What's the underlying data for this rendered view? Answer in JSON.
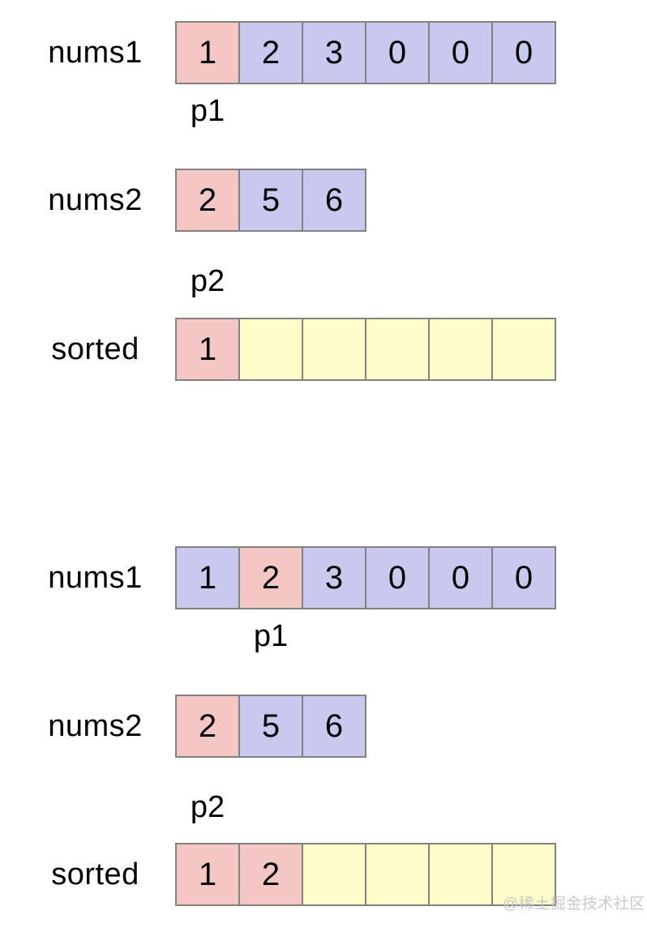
{
  "diagram": {
    "description": "merge two sorted arrays - pointer walkthrough"
  },
  "colors": {
    "pointer_cell": "#f4c7c4",
    "value_cell": "#c9c9f0",
    "empty_cell": "#fcfdc9",
    "cell_border": "#828282",
    "text": "#000000",
    "watermark": "#c9c9c9",
    "background": "#ffffff"
  },
  "watermark": {
    "text": "@稀土掘金技术社区"
  },
  "states": [
    {
      "name": "step-1",
      "rows": [
        {
          "label": "nums1",
          "cells": [
            {
              "value": "1",
              "type": "pointer"
            },
            {
              "value": "2",
              "type": "value"
            },
            {
              "value": "3",
              "type": "value"
            },
            {
              "value": "0",
              "type": "value"
            },
            {
              "value": "0",
              "type": "value"
            },
            {
              "value": "0",
              "type": "value"
            }
          ],
          "pointer": {
            "label": "p1",
            "index": 0
          }
        },
        {
          "label": "nums2",
          "cells": [
            {
              "value": "2",
              "type": "pointer"
            },
            {
              "value": "5",
              "type": "value"
            },
            {
              "value": "6",
              "type": "value"
            }
          ],
          "pointer": {
            "label": "p2",
            "index": 0
          }
        },
        {
          "label": "sorted",
          "cells": [
            {
              "value": "1",
              "type": "pointer"
            },
            {
              "value": "",
              "type": "empty"
            },
            {
              "value": "",
              "type": "empty"
            },
            {
              "value": "",
              "type": "empty"
            },
            {
              "value": "",
              "type": "empty"
            },
            {
              "value": "",
              "type": "empty"
            }
          ],
          "pointer": null
        }
      ]
    },
    {
      "name": "step-2",
      "rows": [
        {
          "label": "nums1",
          "cells": [
            {
              "value": "1",
              "type": "value"
            },
            {
              "value": "2",
              "type": "pointer"
            },
            {
              "value": "3",
              "type": "value"
            },
            {
              "value": "0",
              "type": "value"
            },
            {
              "value": "0",
              "type": "value"
            },
            {
              "value": "0",
              "type": "value"
            }
          ],
          "pointer": {
            "label": "p1",
            "index": 1
          }
        },
        {
          "label": "nums2",
          "cells": [
            {
              "value": "2",
              "type": "pointer"
            },
            {
              "value": "5",
              "type": "value"
            },
            {
              "value": "6",
              "type": "value"
            }
          ],
          "pointer": {
            "label": "p2",
            "index": 0
          }
        },
        {
          "label": "sorted",
          "cells": [
            {
              "value": "1",
              "type": "pointer"
            },
            {
              "value": "2",
              "type": "pointer"
            },
            {
              "value": "",
              "type": "empty"
            },
            {
              "value": "",
              "type": "empty"
            },
            {
              "value": "",
              "type": "empty"
            },
            {
              "value": "",
              "type": "empty"
            }
          ],
          "pointer": null
        }
      ]
    }
  ]
}
